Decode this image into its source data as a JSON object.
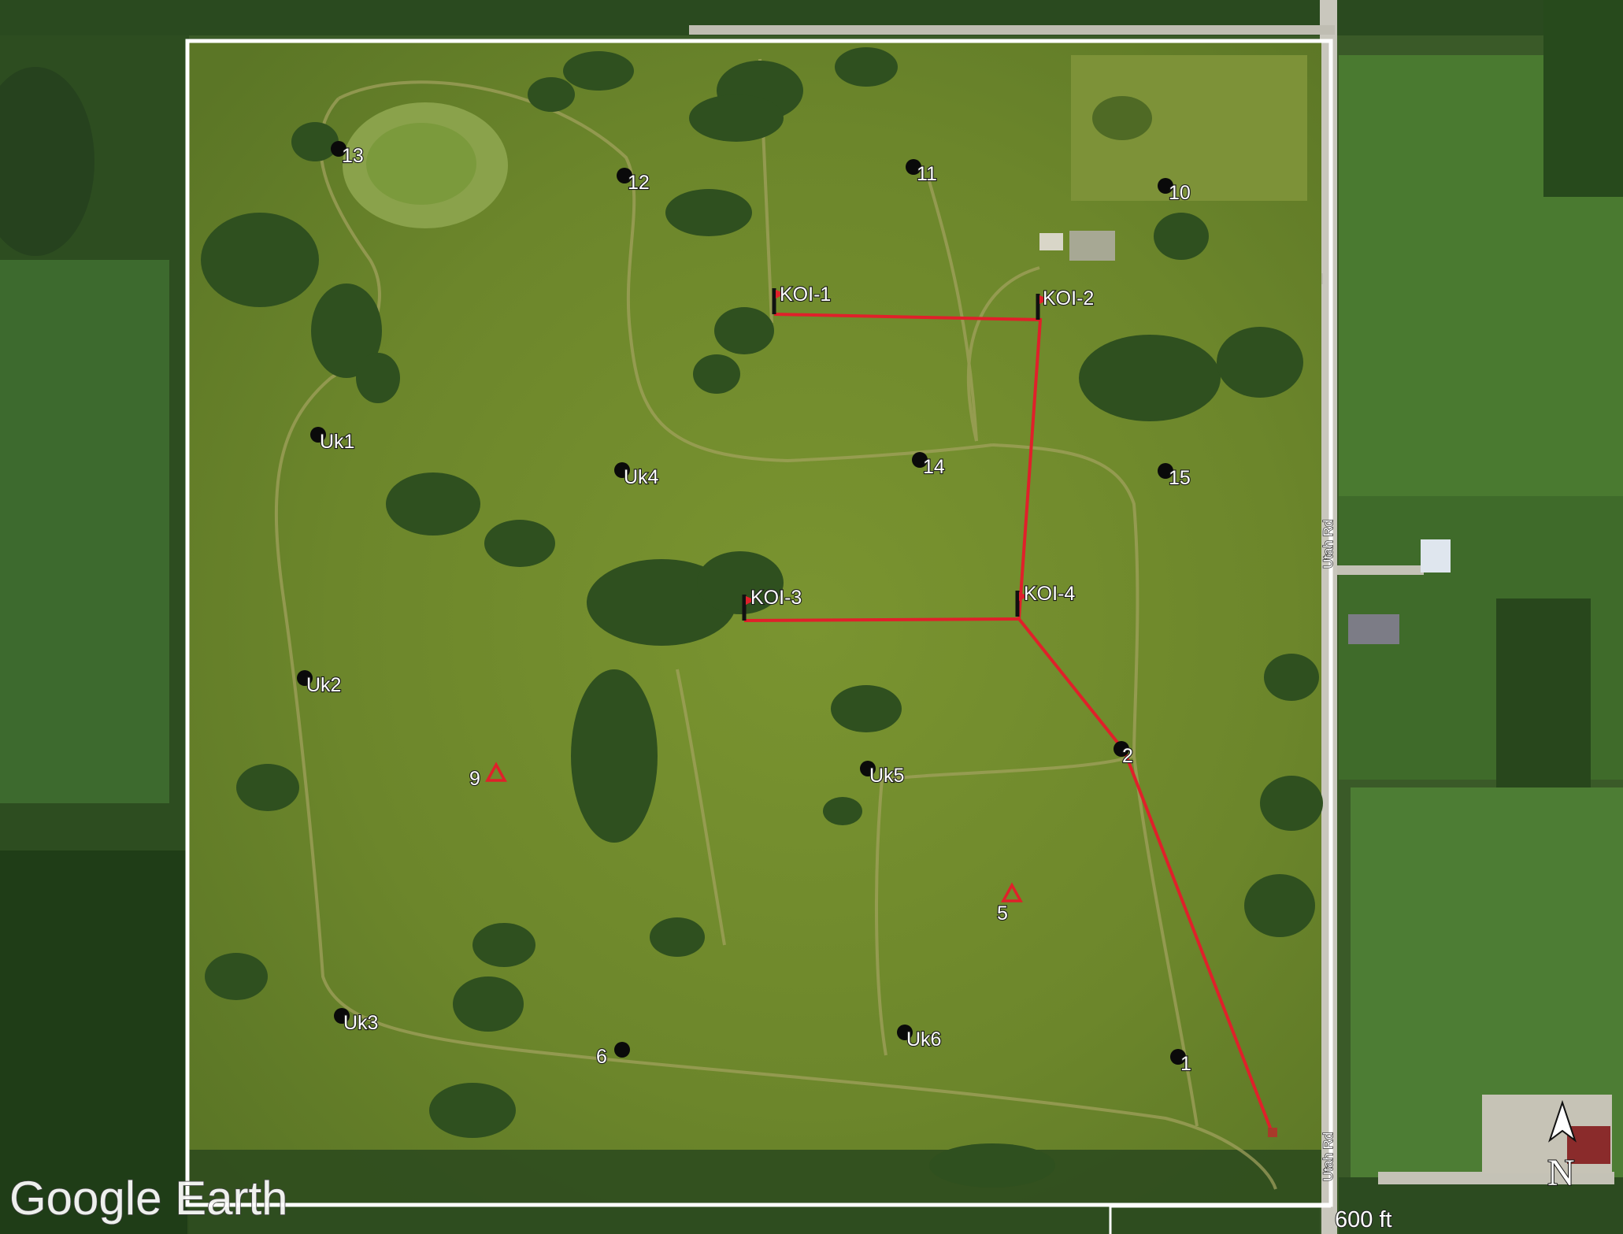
{
  "branding": {
    "text": "Google Earth"
  },
  "scale": {
    "label": "600 ft"
  },
  "north_arrow": {
    "label": "N"
  },
  "roads": {
    "east_label_upper": "Utah Rd",
    "east_label_lower": "Utah Rd"
  },
  "colors": {
    "boundary": "#ffffff",
    "survey_line": "#e0202a",
    "marker_fill": "#0a0a0a",
    "triangle": "#e0202a",
    "field": "#6f8a2c",
    "trees": "#2e4f1e"
  },
  "markers": {
    "m13": "13",
    "m12": "12",
    "m11": "11",
    "m10": "10",
    "uk1": "Uk1",
    "uk4": "Uk4",
    "m14": "14",
    "m15": "15",
    "uk2": "Uk2",
    "uk5": "Uk5",
    "m2": "2",
    "uk3": "Uk3",
    "m6": "6",
    "uk6": "Uk6",
    "m1": "1"
  },
  "triangles": {
    "t9": "9",
    "t5": "5"
  },
  "kois": {
    "koi1": "KOI-1",
    "koi2": "KOI-2",
    "koi3": "KOI-3",
    "koi4": "KOI-4"
  }
}
